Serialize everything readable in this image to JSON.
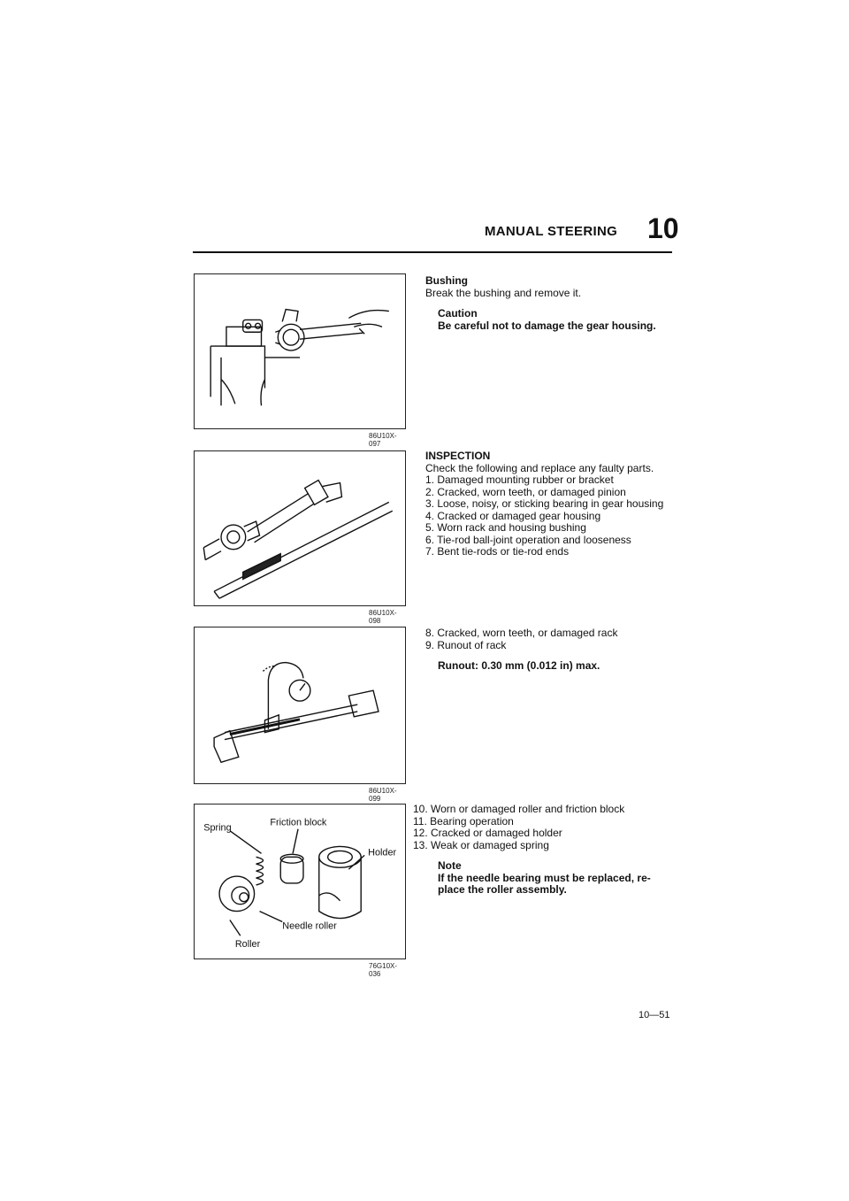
{
  "header": {
    "title": "MANUAL STEERING",
    "chapter": "10"
  },
  "sections": [
    {
      "heading": "Bushing",
      "body": "Break the bushing and remove it.",
      "caution_title": "Caution",
      "caution_text": "Be careful not to damage the gear housing."
    },
    {
      "heading": "INSPECTION",
      "intro": "Check the following and replace any faulty parts.",
      "items": [
        "1. Damaged mounting rubber or bracket",
        "2. Cracked, worn teeth, or damaged pinion",
        "3. Loose, noisy, or sticking bearing in gear housing",
        "4. Cracked or damaged gear housing",
        "5. Worn rack and housing bushing",
        "6. Tie-rod ball-joint operation and looseness",
        "7. Bent tie-rods or tie-rod ends"
      ]
    },
    {
      "items": [
        "8. Cracked, worn teeth, or damaged rack",
        "9. Runout of rack"
      ],
      "spec": "Runout: 0.30 mm (0.012 in) max."
    },
    {
      "items": [
        "10. Worn or damaged roller and friction block",
        "11. Bearing operation",
        "12. Cracked or damaged holder",
        "13. Weak or damaged spring"
      ],
      "note_title": "Note",
      "note_text_1": "If the needle bearing must be replaced, re-",
      "note_text_2": "place the roller assembly."
    }
  ],
  "figures": [
    {
      "code": "86U10X-097"
    },
    {
      "code": "86U10X-098"
    },
    {
      "code": "86U10X-099"
    },
    {
      "code": "76G10X-036",
      "labels": {
        "spring": "Spring",
        "friction_block": "Friction block",
        "holder": "Holder",
        "needle_roller": "Needle roller",
        "roller": "Roller"
      }
    }
  ],
  "page_number": "10—51"
}
